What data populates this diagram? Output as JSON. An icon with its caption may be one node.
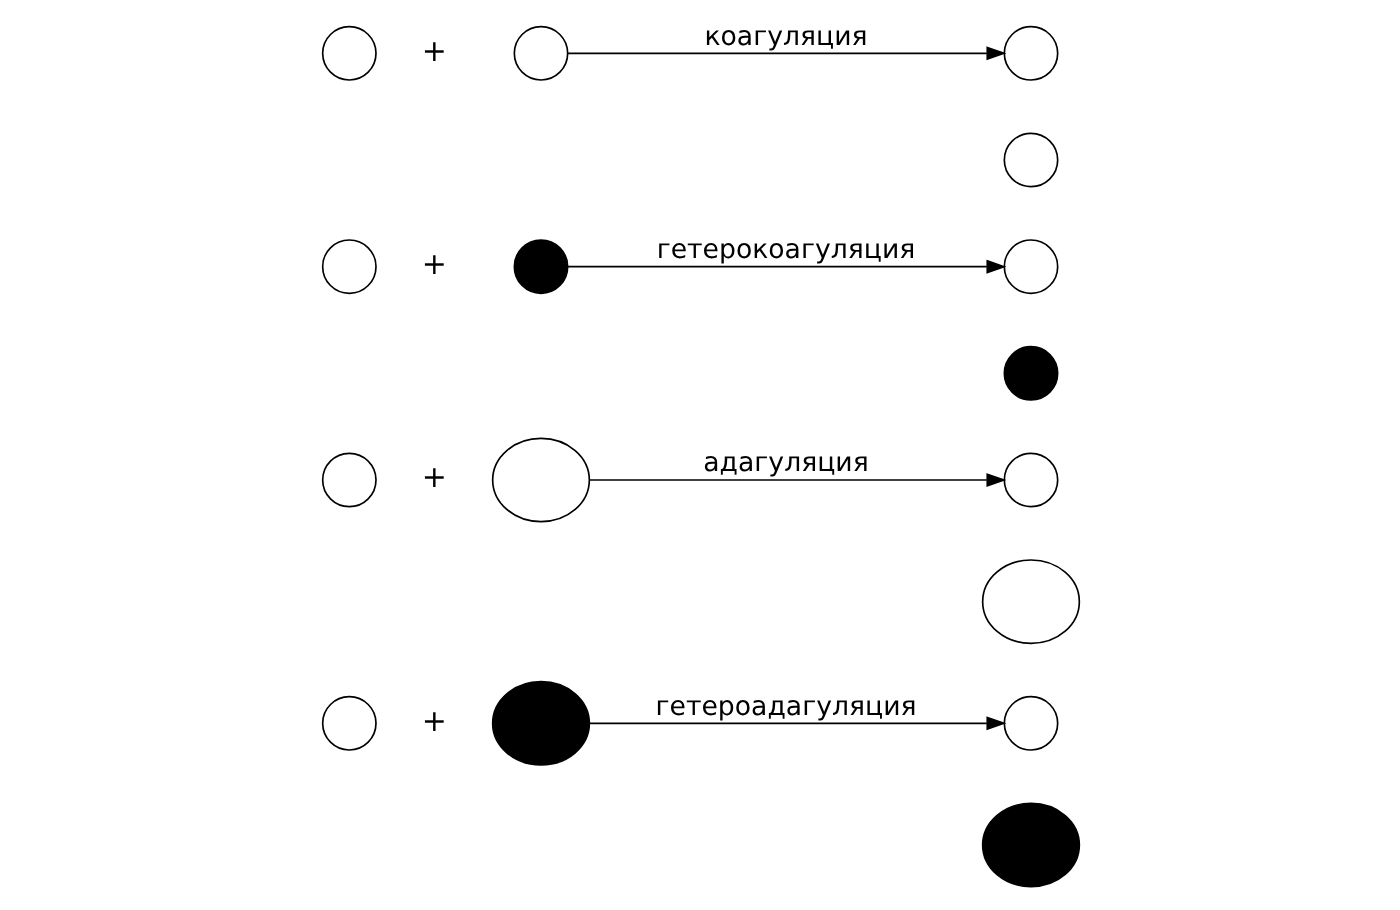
{
  "diagram": {
    "nodes": [
      {
        "text": [],
        "shape": "circle"
      },
      {
        "text": [],
        "shape": "circle"
      },
      {
        "text": [],
        "shape": "circle"
      },
      {
        "text": [],
        "shape": "circle"
      },
      {
        "text": [],
        "shape": "circle"
      },
      {
        "text": [],
        "shape": "circle"
      },
      {
        "text": [],
        "shape": "circle"
      },
      {
        "text": [],
        "shape": "circle"
      },
      {
        "text": [],
        "shape": "circle"
      },
      {
        "text": [],
        "shape": "circle"
      },
      {
        "text": [],
        "shape": "circle"
      },
      {
        "text": [],
        "shape": "circle"
      },
      {
        "text": [],
        "shape": "circle"
      },
      {
        "text": [],
        "shape": "circle"
      },
      {
        "text": [],
        "shape": "circle"
      },
      {
        "text": [],
        "shape": "circle"
      }
    ],
    "edges": [
      {
        "from": 1,
        "to": 2,
        "arrow": "to",
        "label": "коагуляция"
      },
      {
        "from": 5,
        "to": 6,
        "arrow": "to",
        "label": "гетерокоагуляция"
      },
      {
        "from": 9,
        "to": 10,
        "arrow": "to",
        "label": "адагуляция"
      },
      {
        "from": 13,
        "to": 14,
        "arrow": "to",
        "label": "гетероадагуляция"
      }
    ],
    "labels": [
      "+",
      "+",
      "+",
      "+"
    ]
  }
}
